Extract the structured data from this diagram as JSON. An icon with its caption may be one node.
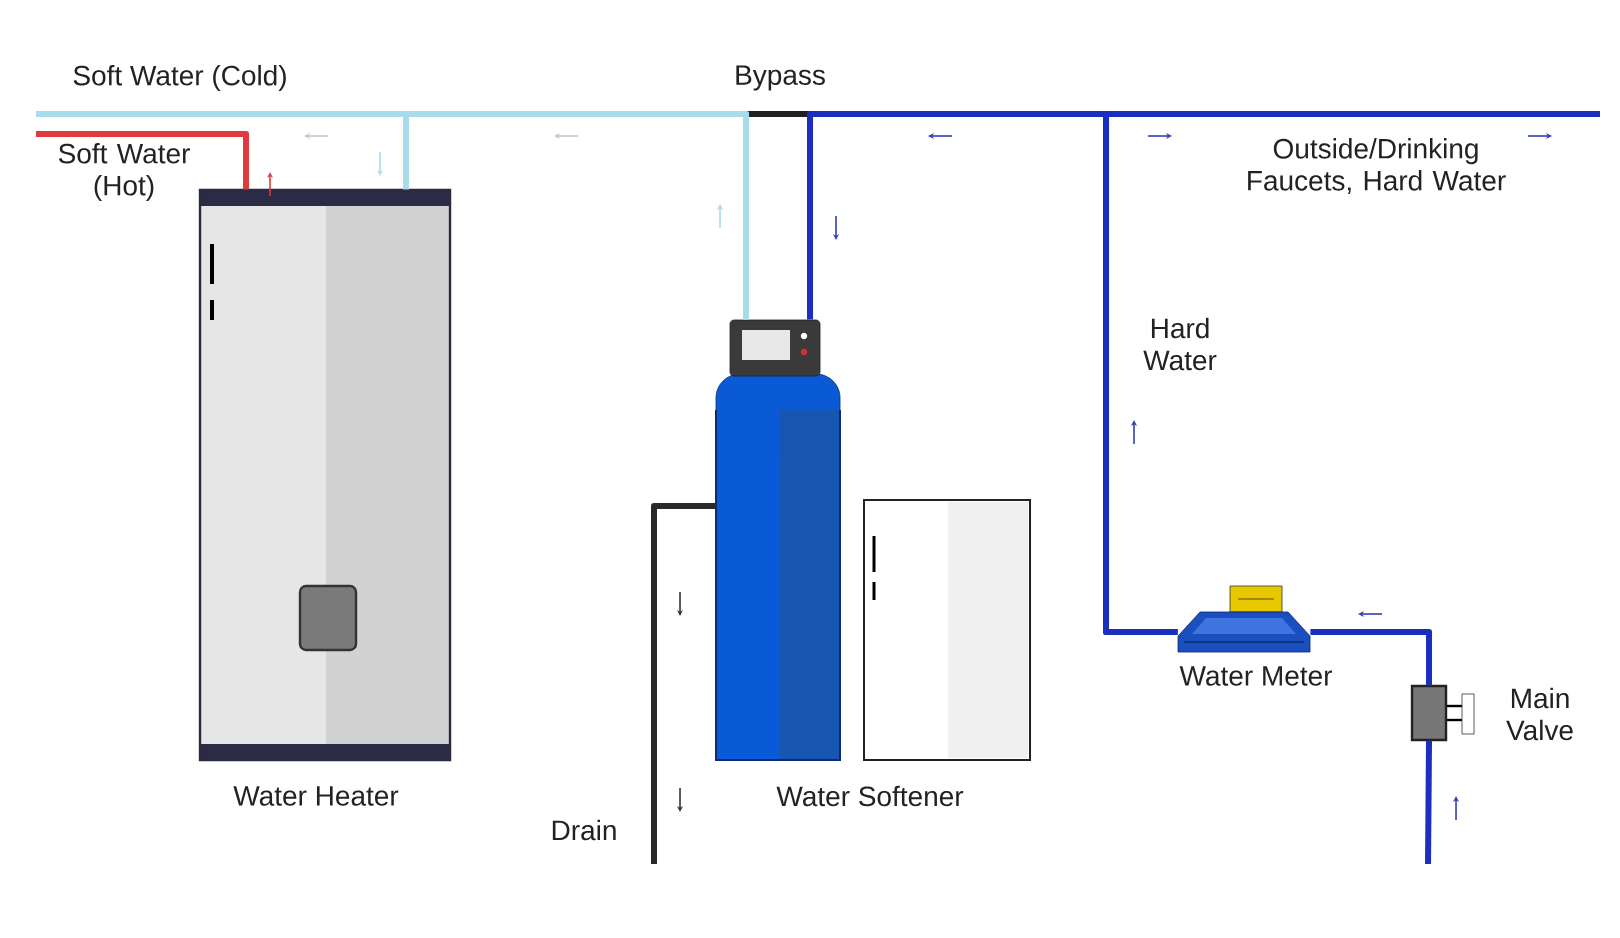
{
  "diagram": {
    "nodes": [
      {
        "text": [],
        "shape": "picture",
        "beside": [
          "Water Heater"
        ]
      },
      {
        "text": [],
        "shape": "picture",
        "beside": [
          "Water Softener"
        ]
      },
      {
        "text": [],
        "shape": "picture",
        "beside": [
          "Water Meter"
        ]
      },
      {
        "text": [],
        "shape": "picture",
        "beside": [
          "Main Valve"
        ]
      }
    ],
    "edges": [
      {
        "from": null,
        "to": 3,
        "arrow": "none"
      },
      {
        "from": 3,
        "to": 2,
        "arrow": "none"
      },
      {
        "from": 2,
        "to": 1,
        "arrow": "none"
      },
      {
        "from": 1,
        "to": 0,
        "arrow": "none",
        "color": "#a8dcea"
      },
      {
        "from": 1,
        "to": null,
        "arrow": "none",
        "color": "#a8dcea"
      },
      {
        "from": 0,
        "to": null,
        "arrow": "none",
        "color": "#e03a3e"
      },
      {
        "from": 2,
        "to": null,
        "arrow": "none"
      },
      {
        "from": 1,
        "to": null,
        "arrow": "none",
        "color": "#2a2a2a"
      }
    ],
    "labels": [
      "Soft Water (Cold)",
      "Bypass",
      "Soft Water (Hot)",
      "Outside/Drinking Faucets, Hard Water",
      "Hard Water",
      "Drain"
    ]
  }
}
